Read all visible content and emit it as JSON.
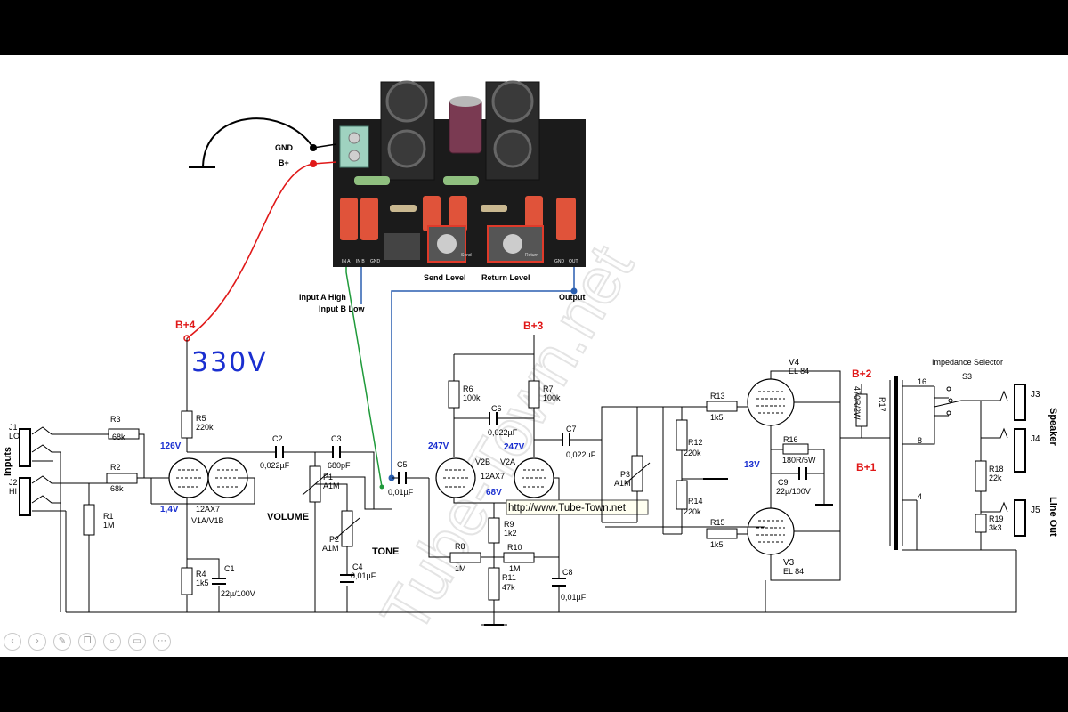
{
  "module": {
    "gnd_label": "GND",
    "bplus_label": "B+",
    "pins": [
      "IN A",
      "IN B",
      "GND",
      "GND",
      "OUT"
    ],
    "pot_labels": [
      "Send",
      "Return"
    ],
    "send_level": "Send Level",
    "return_level": "Return Level",
    "input_a": "Input A High",
    "input_b": "Input B Low",
    "output": "Output"
  },
  "rails": {
    "b4": "B+4",
    "b3": "B+3",
    "b2": "B+2",
    "b1": "B+1",
    "handwritten_voltage": "330V"
  },
  "inputs": {
    "section": "Inputs",
    "j1": "J1",
    "j1_sub": "LO",
    "j2": "J2",
    "j2_sub": "HI"
  },
  "components": {
    "r1": "R1",
    "r1_v": "1M",
    "r2": "R2",
    "r2_v": "68k",
    "r3": "R3",
    "r3_v": "68k",
    "r4": "R4",
    "r4_v": "1k5",
    "r5": "R5",
    "r5_v": "220k",
    "r6": "R6",
    "r6_v": "100k",
    "r7": "R7",
    "r7_v": "100k",
    "r8": "R8",
    "r8_v": "1M",
    "r9": "R9",
    "r9_v": "1k2",
    "r10": "R10",
    "r10_v": "1M",
    "r11": "R11",
    "r11_v": "47k",
    "r12": "R12",
    "r12_v": "220k",
    "r13": "R13",
    "r13_v": "1k5",
    "r14": "R14",
    "r14_v": "220k",
    "r15": "R15",
    "r15_v": "1k5",
    "r16": "R16",
    "r16_v": "180R/5W",
    "r17": "R17",
    "r17_v": "470R/2W",
    "r18": "R18",
    "r18_v": "22k",
    "r19": "R19",
    "r19_v": "3k3",
    "c1": "C1",
    "c1_v": "22µ/100V",
    "c2": "C2",
    "c2_v": "0,022µF",
    "c3": "C3",
    "c3_v": "680pF",
    "c4": "C4",
    "c4_v": "0,01µF",
    "c5": "C5",
    "c5_v": "0,01µF",
    "c6": "C6",
    "c6_v": "0,022µF",
    "c7": "C7",
    "c7_v": "0,022µF",
    "c8": "C8",
    "c8_v": "0,01µF",
    "c9": "C9",
    "c9_v": "22µ/100V",
    "p1": "P1",
    "p1_v": "A1M",
    "p2": "P2",
    "p2_v": "A1M",
    "p3": "P3",
    "p3_v": "A1M",
    "volume": "VOLUME",
    "tone": "TONE"
  },
  "tubes": {
    "v1": "12AX7",
    "v1_name": "V1A/V1B",
    "v2": "12AX7",
    "v2a": "V2A",
    "v2b": "V2B",
    "v3": "V3",
    "v3_type": "EL 84",
    "v4": "V4",
    "v4_type": "EL 84"
  },
  "voltages": {
    "v1_plate": "126V",
    "v1_cathode": "1,4V",
    "v2b_plate": "247V",
    "v2a_plate": "247V",
    "v2_cathode": "68V",
    "power_cathode": "13V"
  },
  "output": {
    "impedance_selector": "Impedance Selector",
    "s3": "S3",
    "tap16": "16",
    "tap8": "8",
    "tap4": "4",
    "j3": "J3",
    "j4": "J4",
    "j5": "J5",
    "speaker": "Speaker",
    "line_out": "Line Out"
  },
  "url": "http://www.Tube-Town.net",
  "watermark": "Tube-Town.net",
  "colors": {
    "b_plus_wire": "#e01818",
    "input_a_wire": "#1f9a3a",
    "input_b_wire": "#2a5fb0",
    "voltage_text": "#1a2fd0",
    "pcb": "#1b1b1b"
  },
  "toolbar_icons": [
    "back-icon",
    "forward-icon",
    "pen-icon",
    "copy-icon",
    "zoom-icon",
    "image-icon",
    "more-icon"
  ]
}
